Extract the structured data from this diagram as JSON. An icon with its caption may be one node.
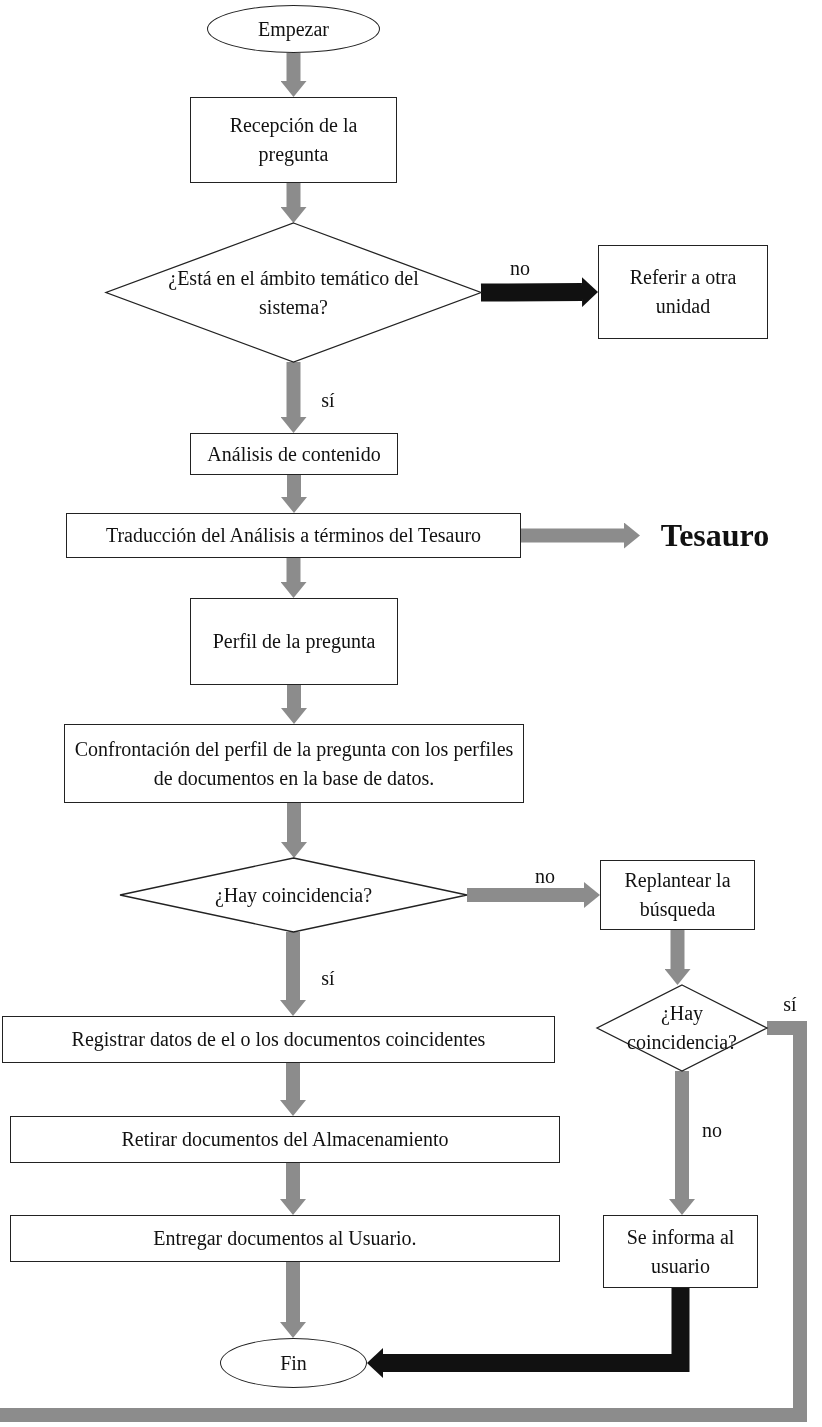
{
  "diagram": {
    "nodes": [
      {
        "text": [
          "Empezar"
        ]
      },
      {
        "text": [
          "Recepción de la pregunta"
        ]
      },
      {
        "text": [
          "¿Está en el ámbito temático del sistema?"
        ]
      },
      {
        "text": [
          "Referir a otra unidad"
        ]
      },
      {
        "text": [
          "Análisis de contenido"
        ]
      },
      {
        "text": [
          "Traducción del Análisis a términos del Tesauro"
        ]
      },
      {
        "text": [
          "Tesauro"
        ]
      },
      {
        "text": [
          "Perfil de la pregunta"
        ]
      },
      {
        "text": [
          "Confrontación del perfil de la pregunta con los perfiles de documentos en la base de datos."
        ]
      },
      {
        "text": [
          "¿Hay coincidencia?"
        ]
      },
      {
        "text": [
          "Replantear la búsqueda"
        ]
      },
      {
        "text": [
          "Registrar datos de el o los documentos coincidentes"
        ]
      },
      {
        "text": [
          "¿Hay coincidencia?"
        ]
      },
      {
        "text": [
          "Retirar documentos del Almacenamiento"
        ]
      },
      {
        "text": [
          "Se informa al usuario"
        ]
      },
      {
        "text": [
          "Entregar documentos al Usuario."
        ]
      },
      {
        "text": [
          "Fin"
        ]
      }
    ],
    "edges": [
      {
        "from": 0,
        "to": 1,
        "arrow": "to"
      },
      {
        "from": 1,
        "to": 2,
        "arrow": "to"
      },
      {
        "from": 2,
        "to": 3,
        "arrow": "to",
        "label": "no",
        "color": "#111111"
      },
      {
        "from": 2,
        "to": 4,
        "arrow": "to",
        "label": "sí"
      },
      {
        "from": 4,
        "to": 5,
        "arrow": "to"
      },
      {
        "from": 5,
        "to": 6,
        "arrow": "to"
      },
      {
        "from": 5,
        "to": 7,
        "arrow": "to"
      },
      {
        "from": 7,
        "to": 8,
        "arrow": "to"
      },
      {
        "from": 8,
        "to": 9,
        "arrow": "to"
      },
      {
        "from": 9,
        "to": 10,
        "arrow": "to",
        "label": "no"
      },
      {
        "from": 9,
        "to": 11,
        "arrow": "to",
        "label": "sí"
      },
      {
        "from": 10,
        "to": 12,
        "arrow": "to"
      },
      {
        "from": 11,
        "to": 13,
        "arrow": "to"
      },
      {
        "from": 12,
        "to": 14,
        "arrow": "to",
        "label": "no"
      },
      {
        "from": 13,
        "to": 15,
        "arrow": "to"
      },
      {
        "from": 15,
        "to": 16,
        "arrow": "to"
      },
      {
        "from": 14,
        "to": 16,
        "arrow": "to",
        "color": "#111111"
      },
      {
        "from": 12,
        "to": null,
        "arrow": "none",
        "label": "sí"
      }
    ]
  }
}
